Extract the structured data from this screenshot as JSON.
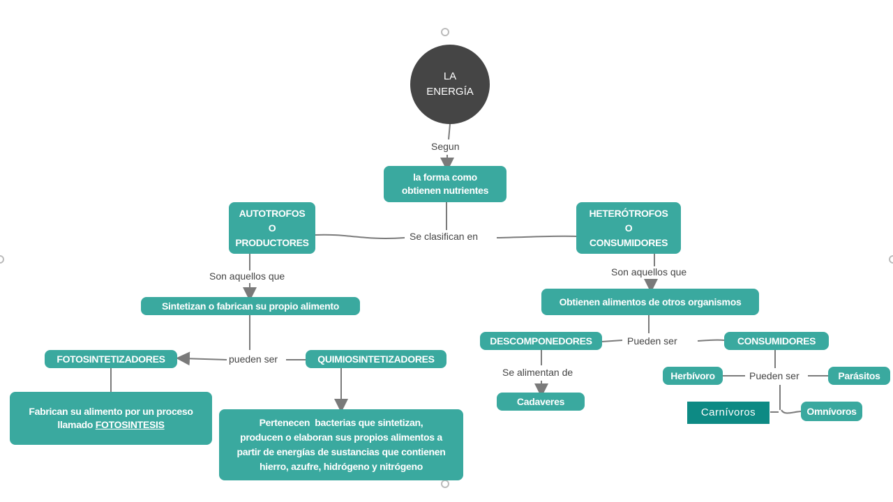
{
  "root": {
    "line1": "LA",
    "line2": "ENERGÍA"
  },
  "labels": {
    "segun": "Segun",
    "se_clasifican": "Se clasifican en",
    "son_aquellos_izq": "Son aquellos que",
    "son_aquellos_der": "Son aquellos que",
    "pueden_ser_izq": "pueden ser",
    "pueden_ser_medio": "Pueden ser",
    "pueden_ser_der": "Pueden ser",
    "se_alimentan": "Se alimentan de"
  },
  "nodes": {
    "forma": {
      "line1": "la forma como",
      "line2": "obtienen nutrientes"
    },
    "autotrofos": {
      "line1": "AUTOTROFOS",
      "line2": "O",
      "line3": "PRODUCTORES"
    },
    "heterotrofos": {
      "line1": "HETERÓTROFOS",
      "line2": "O",
      "line3": "CONSUMIDORES"
    },
    "sintetizan": "Sintetizan o fabrican su propio alimento",
    "obtienen": "Obtienen alimentos de otros organismos",
    "fotosintetizadores": "FOTOSINTETIZADORES",
    "quimiosintetizadores": "QUIMIOSINTETIZADORES",
    "descomponedores": "DESCOMPONEDORES",
    "consumidores": "CONSUMIDORES",
    "fabrican": {
      "line1": "Fabrican su alimento por un proceso",
      "line2_prefix": "llamado ",
      "line2_link": "FOTOSINTESIS"
    },
    "pertenecen": {
      "line1": "Pertenecen  bacterias que sintetizan,",
      "line2": "producen o elaboran sus propios alimentos a",
      "line3": "partir de energías de sustancias que contienen",
      "line4": "hierro, azufre, hidrógeno y nitrógeno"
    },
    "cadaveres": "Cadaveres",
    "herbivoro": "Herbívoro",
    "parasitos": "Parásitos",
    "carnivoros": "Carnívoros",
    "omnivoros": "Omnívoros"
  },
  "colors": {
    "node": "#3aa99f",
    "root": "#454545",
    "highlight": "#0d8a84",
    "wire": "#7a7a7a"
  }
}
